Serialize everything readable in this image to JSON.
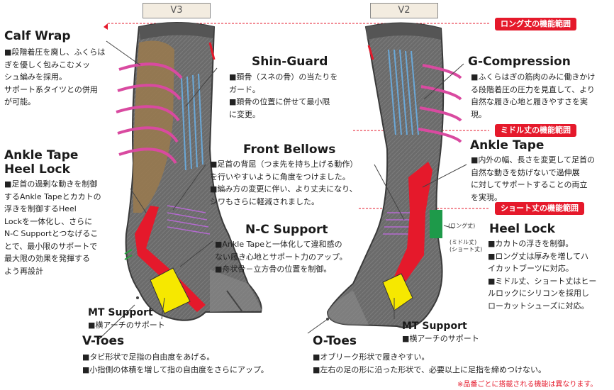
{
  "versions": {
    "left": "V3",
    "right": "V2"
  },
  "badges": {
    "long": "ロング丈の機能範囲",
    "middle": "ミドル丈の機能範囲",
    "short": "ショート丈の機能範囲"
  },
  "calf_wrap": {
    "title": "Calf Wrap",
    "lines": [
      "■段階着圧を廃し、ふくらは",
      "ぎを優しく包みこむメッ",
      "シュ編みを採用。",
      "サポート系タイツとの併用",
      "が可能。"
    ]
  },
  "shin_guard": {
    "title": "Shin-Guard",
    "lines": [
      "■頚骨（スネの骨）の当たりを",
      "ガード。",
      "■頚骨の位置に併せて最小限",
      "に変更。"
    ]
  },
  "g_compression": {
    "title": "G-Compression",
    "lines": [
      "■ふくらはぎの筋肉のみに働きかけ",
      "る段階着圧の圧力を見直して、より",
      "自然な履き心地と履きやすさを実",
      "現。"
    ]
  },
  "front_bellows": {
    "title": "Front Bellows",
    "lines": [
      "■足首の背屈（つま先を持ち上げる動作）",
      "を行いやすいように角度をつけました。",
      "■編み方の変更に伴い、より丈夫になり、",
      "シワもさらに軽減されました。"
    ]
  },
  "ankle_heel_left": {
    "title1": "Ankle Tape",
    "title2": "Heel Lock",
    "lines": [
      "■足首の過剰な動きを制御",
      "するAnkle Tapeとカカトの",
      "浮きを制御するHeel",
      "Lockを一体化し、さらに",
      "N-C Supportとつなげるこ",
      "とで、最小限のサポートで",
      "最大限の効果を発揮する",
      "よう再設計"
    ]
  },
  "ankle_tape_right": {
    "title": "Ankle Tape",
    "lines": [
      "■内外の幅、長さを変更して足首の",
      "自然な動きを妨げないで過伸展",
      "に対してサポートすることの両立",
      "を実現。"
    ]
  },
  "nc_support": {
    "title": "N-C Support",
    "lines": [
      "■Ankle Tapeと一体化して違和感の",
      "ない履き心地とサポート力のアップ。",
      "■舟状骨－立方骨の位置を制御。"
    ]
  },
  "heel_lock_right": {
    "title": "Heel Lock",
    "lines": [
      "■カカトの浮きを制御。",
      "■ロング丈は厚みを増してハ",
      "イカットブーツに対応。",
      "■ミドル丈、ショート丈はヒー",
      "ルロックにシリコンを採用し",
      "ローカットシューズに対応。"
    ]
  },
  "heel_labels": {
    "long": "(ロング丈)",
    "middle1": "(ミドル丈)",
    "middle2": "(ショート丈)"
  },
  "mt_support_left": {
    "title": "MT Support",
    "text": "■横アーチのサポート"
  },
  "mt_support_right": {
    "title": "MT Support",
    "text": "■横アーチのサポート"
  },
  "v_toes": {
    "title": "V-Toes",
    "lines": [
      "■タビ形状で足指の自由度をあげる。",
      "■小指側の体積を増して指の自由度をさらにアップ。"
    ]
  },
  "o_toes": {
    "title": "O-Toes",
    "lines": [
      "■オブリーク形状で履きやすい。",
      "■左右の足の形に沿った形状で、必要以上に足指を締めつけない。"
    ]
  },
  "footnote": "※品番ごとに搭載される機能は異なります。",
  "colors": {
    "sock": "#6e6e6e",
    "sock_dark": "#4a4a4a",
    "red": "#e5192b",
    "brown": "#9a7a4e",
    "pink": "#d94aa0",
    "yellow": "#f6e800",
    "green": "#1e9a4a",
    "blue": "#6aa8d8"
  }
}
